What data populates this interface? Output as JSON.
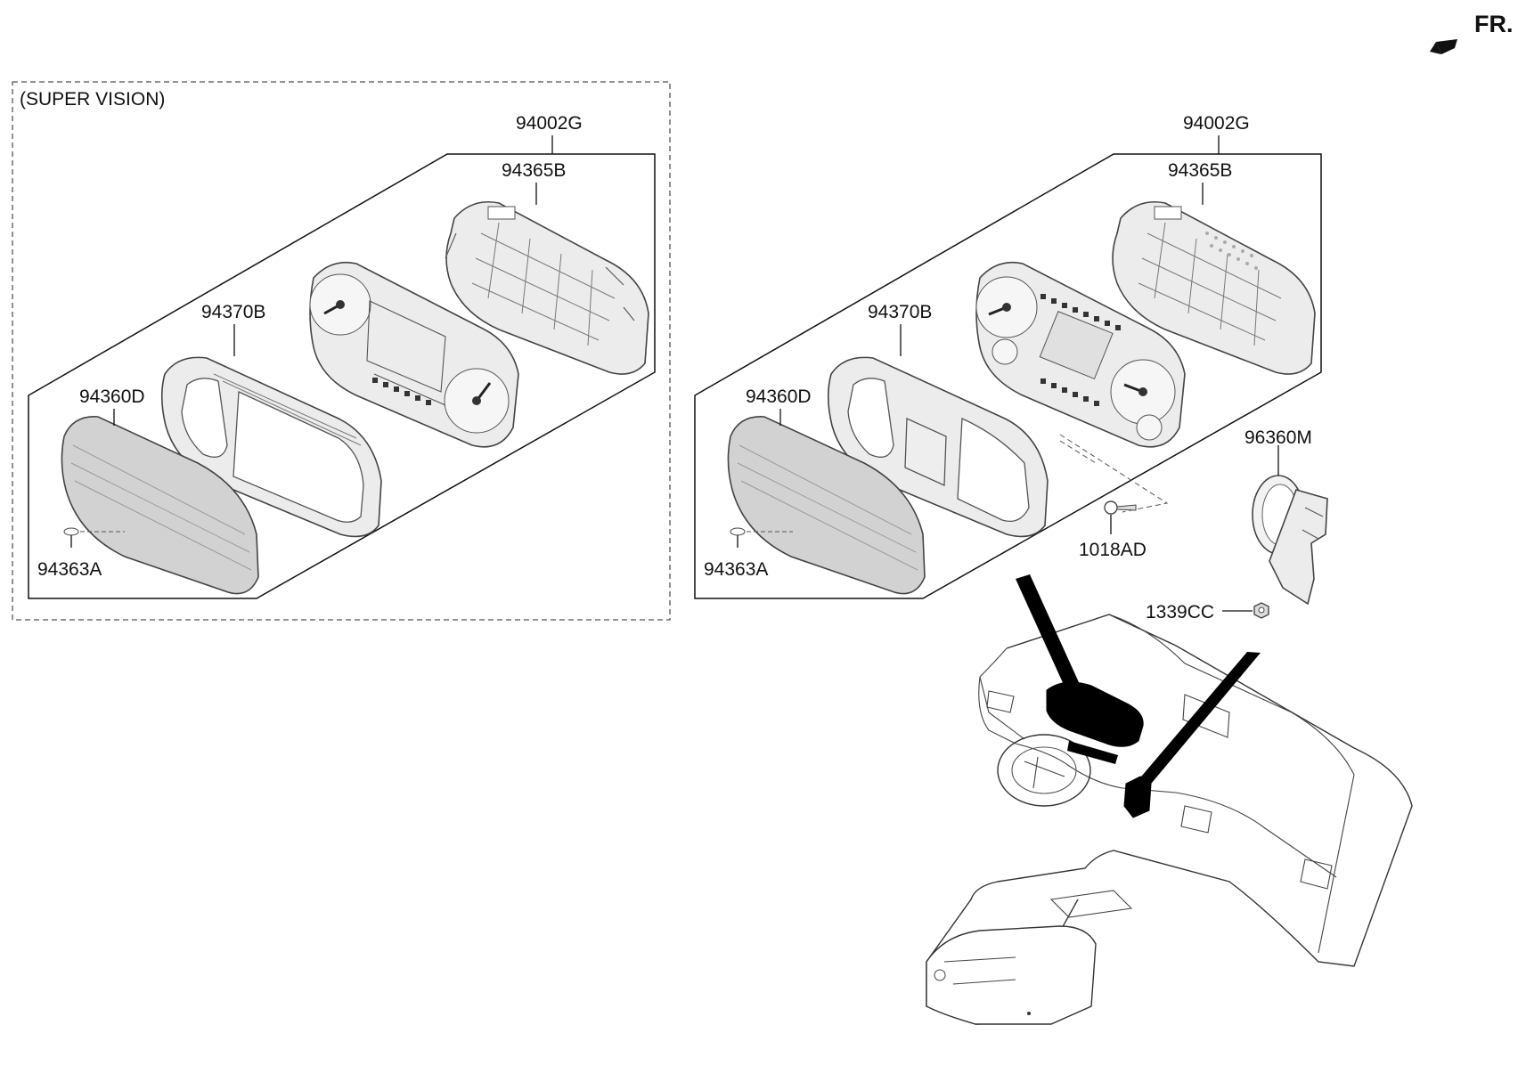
{
  "orientation": {
    "label": "FR.",
    "icon": "front-direction-arrow-icon"
  },
  "group_left": {
    "caption": "(SUPER VISION)",
    "labels": {
      "assembly": "94002G",
      "back_case": "94365B",
      "garnish": "94370B",
      "window": "94360D",
      "clip": "94363A"
    }
  },
  "group_right": {
    "labels": {
      "assembly": "94002G",
      "back_case": "94365B",
      "garnish": "94370B",
      "window": "94360D",
      "clip": "94363A",
      "screw": "1018AD",
      "speaker": "96360M",
      "nut": "1339CC"
    }
  }
}
